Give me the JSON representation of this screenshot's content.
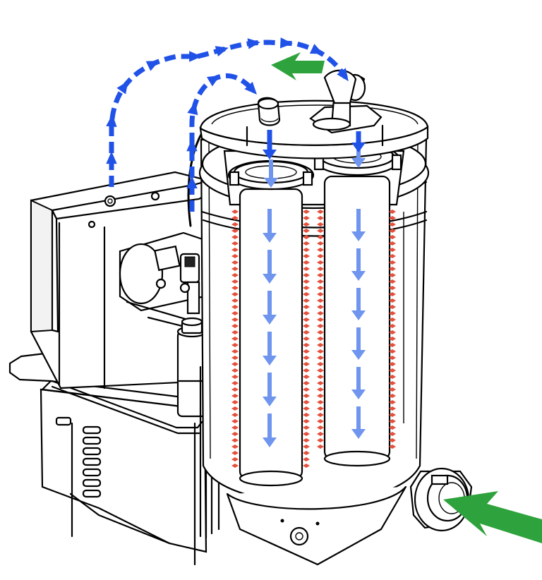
{
  "colors": {
    "flow_dark_blue": "#2152e8",
    "flow_light_blue": "#6f95ef",
    "filter_red": "#e4503c",
    "flow_green": "#2ea23c",
    "line": "#000000",
    "background": "#ffffff"
  },
  "flows": {
    "inlet_arrow": "green-inlet-arrow",
    "outlet_arrow": "green-outlet-arrow",
    "return_arrows": "blue-return-air-arrows",
    "filter_arrows": "light-blue-downflow-arrows",
    "filter_walls": "red-filter-flow-arrows"
  },
  "components": {
    "motor_box": "motor-housing",
    "tank": "filter-tank",
    "filters": "cartridge-filters",
    "inlet": "inlet-port",
    "outlet": "outlet-elbow",
    "handle": "push-handle",
    "vents": "vent-grille"
  }
}
